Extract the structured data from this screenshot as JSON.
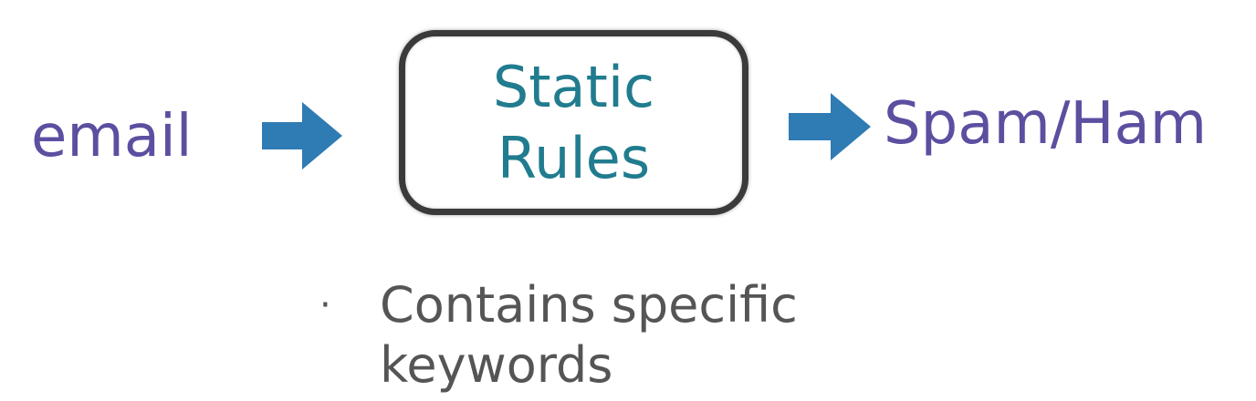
{
  "diagram": {
    "input_label": "email",
    "box": {
      "line1": "Static",
      "line2": "Rules"
    },
    "output_label": "Spam/Ham",
    "notes": [
      {
        "bullet": "·",
        "text": "Contains specific keywords"
      }
    ]
  },
  "colors": {
    "label_purple": "#5b4fa0",
    "box_text_teal": "#207c8e",
    "arrow_blue": "#2f7bb4",
    "box_border": "#3a3a3a",
    "note_gray": "#555555"
  },
  "icons": [
    "arrow-right-icon",
    "arrow-right-icon"
  ]
}
